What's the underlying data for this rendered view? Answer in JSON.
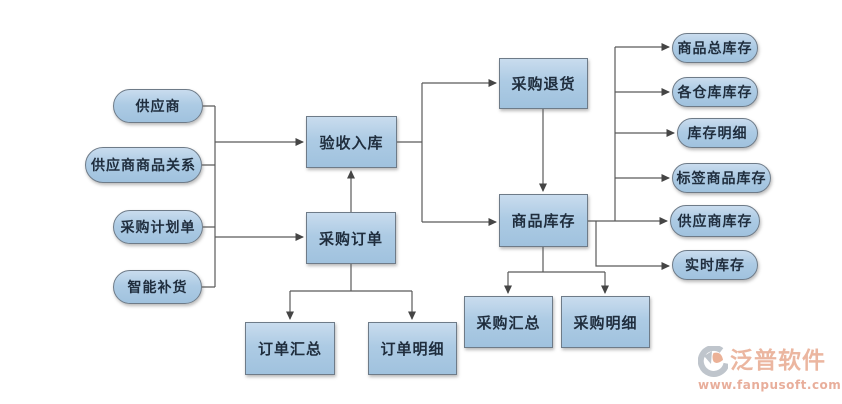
{
  "flow": {
    "sources": [
      {
        "label": "供应商"
      },
      {
        "label": "供应商商品关系"
      },
      {
        "label": "采购计划单"
      },
      {
        "label": "智能补货"
      }
    ],
    "processes": [
      {
        "label": "验收入库"
      },
      {
        "label": "采购订单"
      },
      {
        "label": "采购退货"
      },
      {
        "label": "商品库存"
      }
    ],
    "order_reports": [
      {
        "label": "订单汇总"
      },
      {
        "label": "订单明细"
      }
    ],
    "purchase_reports": [
      {
        "label": "采购汇总"
      },
      {
        "label": "采购明细"
      }
    ],
    "inventory_outputs": [
      {
        "label": "商品总库存"
      },
      {
        "label": "各仓库库存"
      },
      {
        "label": "库存明细"
      },
      {
        "label": "标签商品库存"
      },
      {
        "label": "供应商库存"
      },
      {
        "label": "实时库存"
      }
    ]
  },
  "watermark": {
    "brand": "泛普软件",
    "url": "www.fanpusoft.com"
  },
  "colors": {
    "node_fill": "#a8c8e2",
    "node_border": "#6e7b88",
    "line": "#555555",
    "text": "#1f2d3d",
    "brand": "#e08a67",
    "brand_url": "#db7d5f"
  }
}
